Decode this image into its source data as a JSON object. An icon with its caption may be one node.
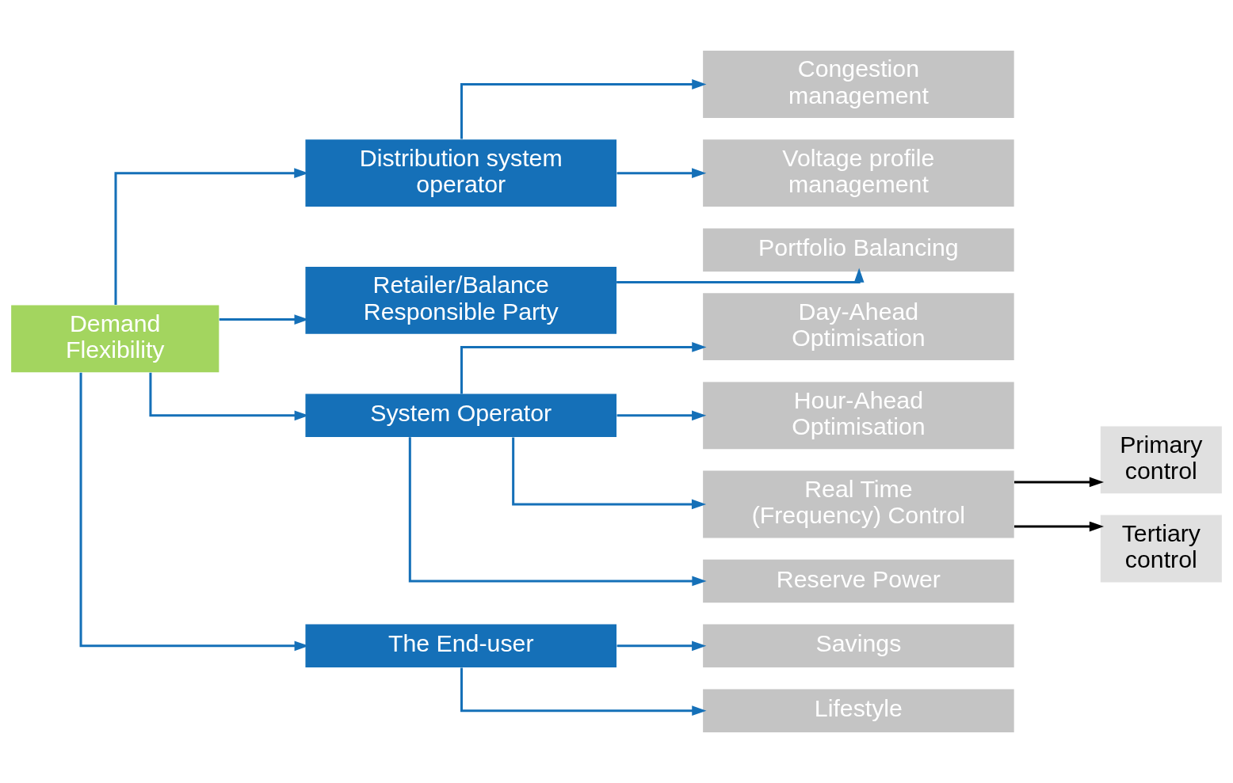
{
  "diagram": {
    "nodes": [
      {
        "text": [
          "Demand Flexibility"
        ]
      },
      {
        "text": [
          "Distribution system operator"
        ]
      },
      {
        "text": [
          "Retailer/Balance Responsible Party"
        ]
      },
      {
        "text": [
          "System Operator"
        ]
      },
      {
        "text": [
          "The End-user"
        ]
      },
      {
        "text": [
          "Congestion management"
        ]
      },
      {
        "text": [
          "Voltage profile management"
        ]
      },
      {
        "text": [
          "Portfolio Balancing"
        ]
      },
      {
        "text": [
          "Day-Ahead Optimisation"
        ]
      },
      {
        "text": [
          "Hour-Ahead Optimisation"
        ]
      },
      {
        "text": [
          "Real Time (Frequency) Control"
        ]
      },
      {
        "text": [
          "Reserve Power"
        ]
      },
      {
        "text": [
          "Savings"
        ]
      },
      {
        "text": [
          "Lifestyle"
        ]
      },
      {
        "text": [
          "Primary control"
        ]
      },
      {
        "text": [
          "Tertiary control"
        ]
      }
    ],
    "edges": [
      {
        "from": 0,
        "to": 1,
        "arrow": "to"
      },
      {
        "from": 0,
        "to": 2,
        "arrow": "to"
      },
      {
        "from": 0,
        "to": 3,
        "arrow": "to"
      },
      {
        "from": 0,
        "to": 4,
        "arrow": "to"
      },
      {
        "from": 1,
        "to": 5,
        "arrow": "to"
      },
      {
        "from": 1,
        "to": 6,
        "arrow": "to"
      },
      {
        "from": 2,
        "to": 7,
        "arrow": "to"
      },
      {
        "from": 3,
        "to": 8,
        "arrow": "to"
      },
      {
        "from": 3,
        "to": 9,
        "arrow": "to"
      },
      {
        "from": 3,
        "to": 10,
        "arrow": "to"
      },
      {
        "from": 3,
        "to": 11,
        "arrow": "to"
      },
      {
        "from": 4,
        "to": 12,
        "arrow": "to"
      },
      {
        "from": 4,
        "to": 13,
        "arrow": "to"
      },
      {
        "from": 10,
        "to": 14,
        "arrow": "to",
        "color": "#000000"
      },
      {
        "from": 10,
        "to": 15,
        "arrow": "to",
        "color": "#000000"
      }
    ]
  }
}
